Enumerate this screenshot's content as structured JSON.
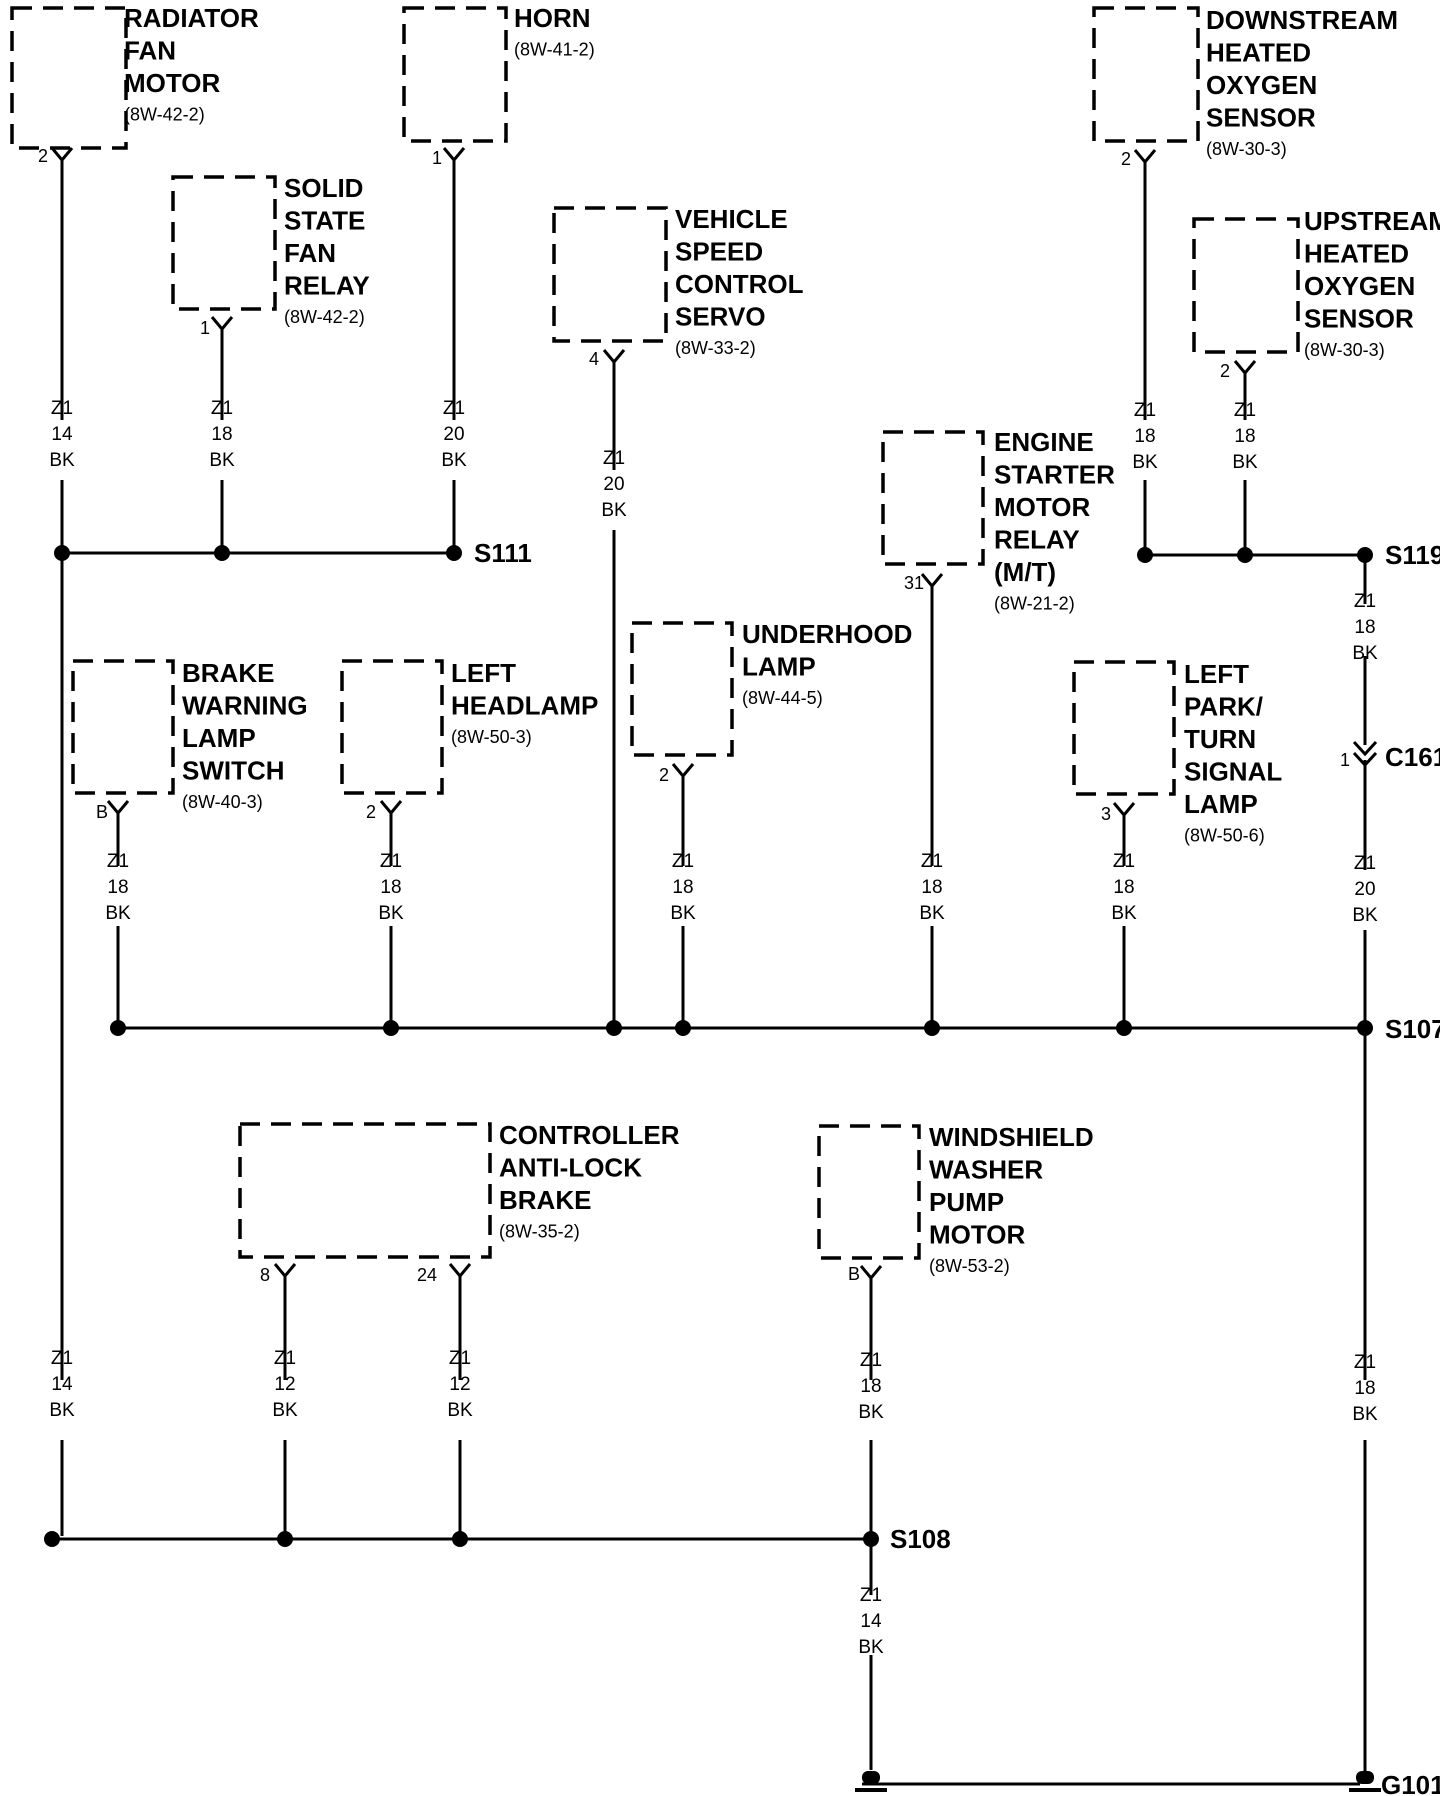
{
  "components": [
    {
      "id": "radiator",
      "name_lines": [
        "RADIATOR",
        "FAN",
        "MOTOR"
      ],
      "ref": "(8W-42-2)",
      "pin": "2"
    },
    {
      "id": "horn",
      "name_lines": [
        "HORN"
      ],
      "ref": "(8W-41-2)",
      "pin": "1"
    },
    {
      "id": "downstream",
      "name_lines": [
        "DOWNSTREAM",
        "HEATED",
        "OXYGEN",
        "SENSOR"
      ],
      "ref": "(8W-30-3)",
      "pin": "2"
    },
    {
      "id": "solidstate",
      "name_lines": [
        "SOLID",
        "STATE",
        "FAN",
        "RELAY"
      ],
      "ref": "(8W-42-2)",
      "pin": "1"
    },
    {
      "id": "vsc",
      "name_lines": [
        "VEHICLE",
        "SPEED",
        "CONTROL",
        "SERVO"
      ],
      "ref": "(8W-33-2)",
      "pin": "4"
    },
    {
      "id": "upstream",
      "name_lines": [
        "UPSTREAM",
        "HEATED",
        "OXYGEN",
        "SENSOR"
      ],
      "ref": "(8W-30-3)",
      "pin": "2"
    },
    {
      "id": "starter",
      "name_lines": [
        "ENGINE",
        "STARTER",
        "MOTOR",
        "RELAY",
        "(M/T)"
      ],
      "ref": "(8W-21-2)",
      "pin": "31"
    },
    {
      "id": "brake",
      "name_lines": [
        "BRAKE",
        "WARNING",
        "LAMP",
        "SWITCH"
      ],
      "ref": "(8W-40-3)",
      "pin": "B"
    },
    {
      "id": "headlamp",
      "name_lines": [
        "LEFT",
        "HEADLAMP"
      ],
      "ref": "(8W-50-3)",
      "pin": "2"
    },
    {
      "id": "underhood",
      "name_lines": [
        "UNDERHOOD",
        "LAMP"
      ],
      "ref": "(8W-44-5)",
      "pin": "2"
    },
    {
      "id": "parkturn",
      "name_lines": [
        "LEFT",
        "PARK/",
        "TURN",
        "SIGNAL",
        "LAMP"
      ],
      "ref": "(8W-50-6)",
      "pin": "3"
    },
    {
      "id": "abs",
      "name_lines": [
        "CONTROLLER",
        "ANTI-LOCK",
        "BRAKE"
      ],
      "ref": "(8W-35-2)",
      "pins": [
        "8",
        "24"
      ]
    },
    {
      "id": "washer",
      "name_lines": [
        "WINDSHIELD",
        "WASHER",
        "PUMP",
        "MOTOR"
      ],
      "ref": "(8W-53-2)",
      "pin": "B"
    }
  ],
  "wires": [
    {
      "id": "w_rad1",
      "circuit": "Z1",
      "gauge": "14",
      "color": "BK"
    },
    {
      "id": "w_ssr",
      "circuit": "Z1",
      "gauge": "18",
      "color": "BK"
    },
    {
      "id": "w_horn",
      "circuit": "Z1",
      "gauge": "20",
      "color": "BK"
    },
    {
      "id": "w_vsc",
      "circuit": "Z1",
      "gauge": "20",
      "color": "BK"
    },
    {
      "id": "w_down",
      "circuit": "Z1",
      "gauge": "18",
      "color": "BK"
    },
    {
      "id": "w_up",
      "circuit": "Z1",
      "gauge": "18",
      "color": "BK"
    },
    {
      "id": "w_s119",
      "circuit": "Z1",
      "gauge": "18",
      "color": "BK"
    },
    {
      "id": "w_c161",
      "circuit": "Z1",
      "gauge": "20",
      "color": "BK"
    },
    {
      "id": "w_brake",
      "circuit": "Z1",
      "gauge": "18",
      "color": "BK"
    },
    {
      "id": "w_head",
      "circuit": "Z1",
      "gauge": "18",
      "color": "BK"
    },
    {
      "id": "w_under",
      "circuit": "Z1",
      "gauge": "18",
      "color": "BK"
    },
    {
      "id": "w_start",
      "circuit": "Z1",
      "gauge": "18",
      "color": "BK"
    },
    {
      "id": "w_park",
      "circuit": "Z1",
      "gauge": "18",
      "color": "BK"
    },
    {
      "id": "w_rad2",
      "circuit": "Z1",
      "gauge": "14",
      "color": "BK"
    },
    {
      "id": "w_abs8",
      "circuit": "Z1",
      "gauge": "12",
      "color": "BK"
    },
    {
      "id": "w_abs24",
      "circuit": "Z1",
      "gauge": "12",
      "color": "BK"
    },
    {
      "id": "w_washer",
      "circuit": "Z1",
      "gauge": "18",
      "color": "BK"
    },
    {
      "id": "w_s107",
      "circuit": "Z1",
      "gauge": "18",
      "color": "BK"
    },
    {
      "id": "w_s108",
      "circuit": "Z1",
      "gauge": "14",
      "color": "BK"
    }
  ],
  "splices": [
    {
      "id": "s111",
      "label": "S111"
    },
    {
      "id": "s119",
      "label": "S119"
    },
    {
      "id": "s107",
      "label": "S107"
    },
    {
      "id": "s108",
      "label": "S108"
    }
  ],
  "connector": {
    "label": "C161",
    "pin": "1"
  },
  "ground": {
    "label": "G101"
  }
}
